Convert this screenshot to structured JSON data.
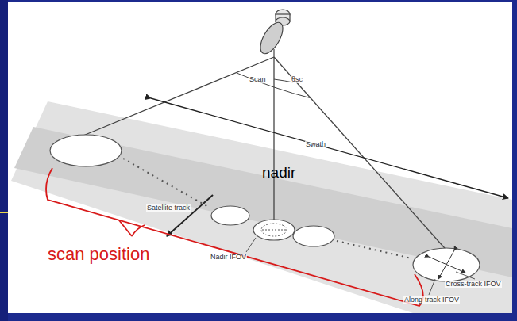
{
  "diagram": {
    "labels": [
      "Scan",
      "θsc",
      "Swath",
      "nadir",
      "Satellite track",
      "Nadir IFOV",
      "Cross-track IFOV",
      "Along-track IFOV",
      "scan position"
    ]
  }
}
